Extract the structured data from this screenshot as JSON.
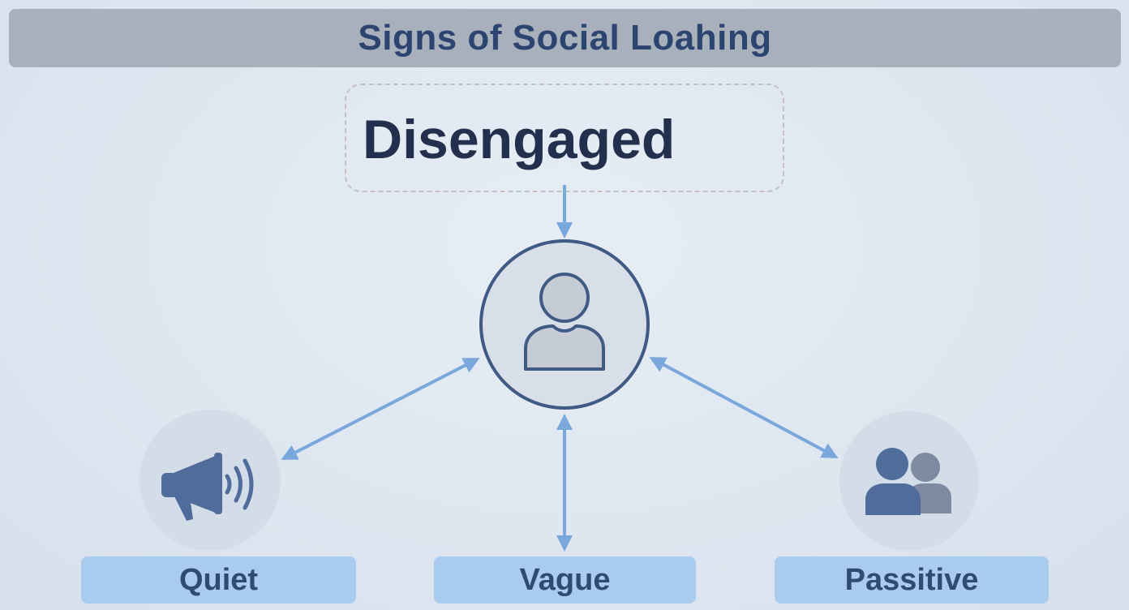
{
  "title": "Signs of Social Loahing",
  "center_label": "Disengaged",
  "labels": {
    "quiet": "Quiet",
    "vague": "Vague",
    "passive": "Passitive"
  },
  "icons": {
    "center": "person-icon",
    "left": "megaphone-icon",
    "right": "group-icon"
  },
  "colors": {
    "title_bar": "#a8b0bc",
    "title_text": "#2b4470",
    "label_box": "#a8cbee",
    "label_text": "#2f4a73",
    "arrow": "#7aa7dc",
    "icon": "#4f6c9a"
  }
}
